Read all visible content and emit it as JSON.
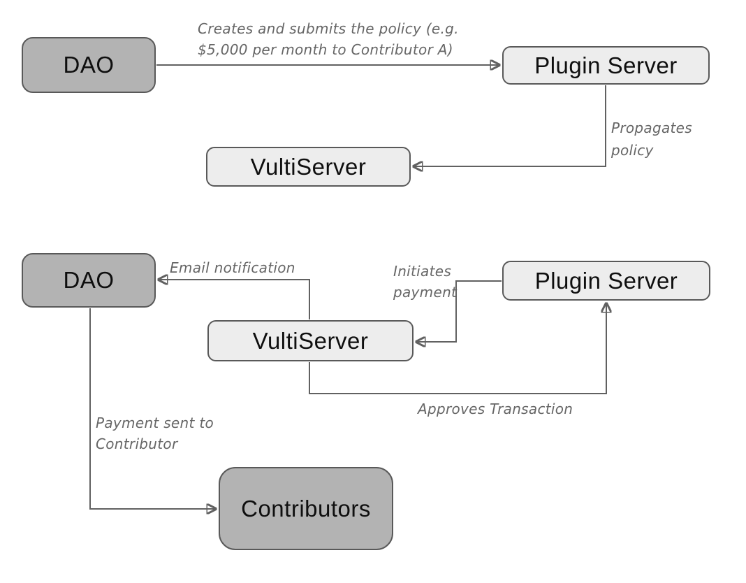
{
  "diagram": {
    "nodes": {
      "dao_top": {
        "label": "DAO"
      },
      "plugin_server_top": {
        "label": "Plugin Server"
      },
      "vultiserver_top": {
        "label": "VultiServer"
      },
      "dao_bottom": {
        "label": "DAO"
      },
      "plugin_server_bottom": {
        "label": "Plugin Server"
      },
      "vultiserver_bottom": {
        "label": "VultiServer"
      },
      "contributors": {
        "label": "Contributors"
      }
    },
    "edges": {
      "creates_policy": {
        "label": "Creates and submits the policy (e.g.\n$5,000 per month to Contributor A)"
      },
      "propagates_policy": {
        "label": "Propagates\npolicy"
      },
      "email_notification": {
        "label": "Email notification"
      },
      "initiates_payment": {
        "label": "Initiates\npayment"
      },
      "approves_transaction": {
        "label": "Approves Transaction"
      },
      "payment_sent": {
        "label": "Payment sent to\nContributor"
      }
    },
    "colors": {
      "actor_fill": "#b3b3b3",
      "service_fill": "#ededed",
      "node_border": "#595959",
      "line_color": "#616161",
      "label_color": "#666666",
      "node_text": "#0f0f0f",
      "bg": "#ffffff"
    }
  }
}
